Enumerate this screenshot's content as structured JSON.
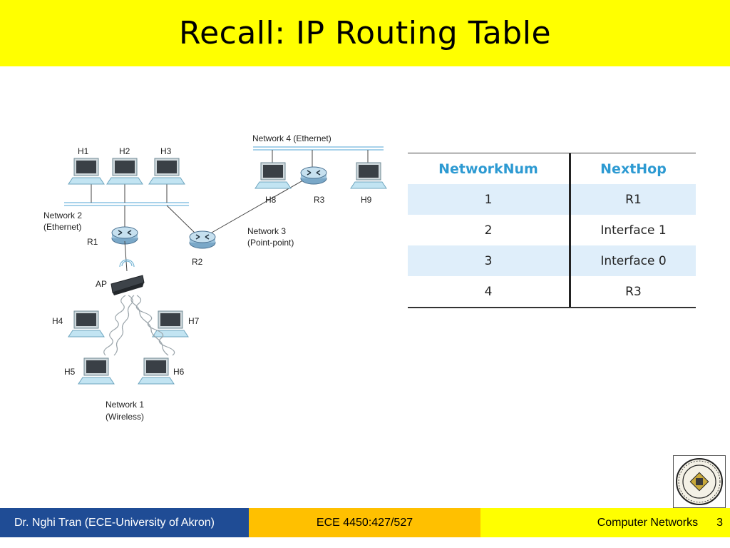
{
  "slide": {
    "title": "Recall: IP Routing Table"
  },
  "diagram": {
    "hosts": [
      "H1",
      "H2",
      "H3",
      "H4",
      "H5",
      "H6",
      "H7",
      "H8",
      "H9"
    ],
    "routers": [
      "R1",
      "R2",
      "R3"
    ],
    "ap_label": "AP",
    "networks": {
      "net1_line1": "Network 1",
      "net1_line2": "(Wireless)",
      "net2_line1": "Network 2",
      "net2_line2": "(Ethernet)",
      "net3_line1": "Network 3",
      "net3_line2": "(Point-point)",
      "net4": "Network 4 (Ethernet)"
    }
  },
  "routing_table": {
    "headers": [
      "NetworkNum",
      "NextHop"
    ],
    "rows": [
      [
        "1",
        "R1"
      ],
      [
        "2",
        "Interface 1"
      ],
      [
        "3",
        "Interface 0"
      ],
      [
        "4",
        "R3"
      ]
    ]
  },
  "footer": {
    "author": "Dr. Nghi Tran (ECE-University of Akron)",
    "course_code": "ECE 4450:427/527",
    "course_name": "Computer Networks",
    "page": "3"
  },
  "colors": {
    "title_bg": "#ffff00",
    "header_text": "#2d9ad2",
    "row_alt": "#dfeefa",
    "footer_left": "#1f4c95",
    "footer_mid": "#ffc000",
    "footer_right": "#ffff00"
  }
}
